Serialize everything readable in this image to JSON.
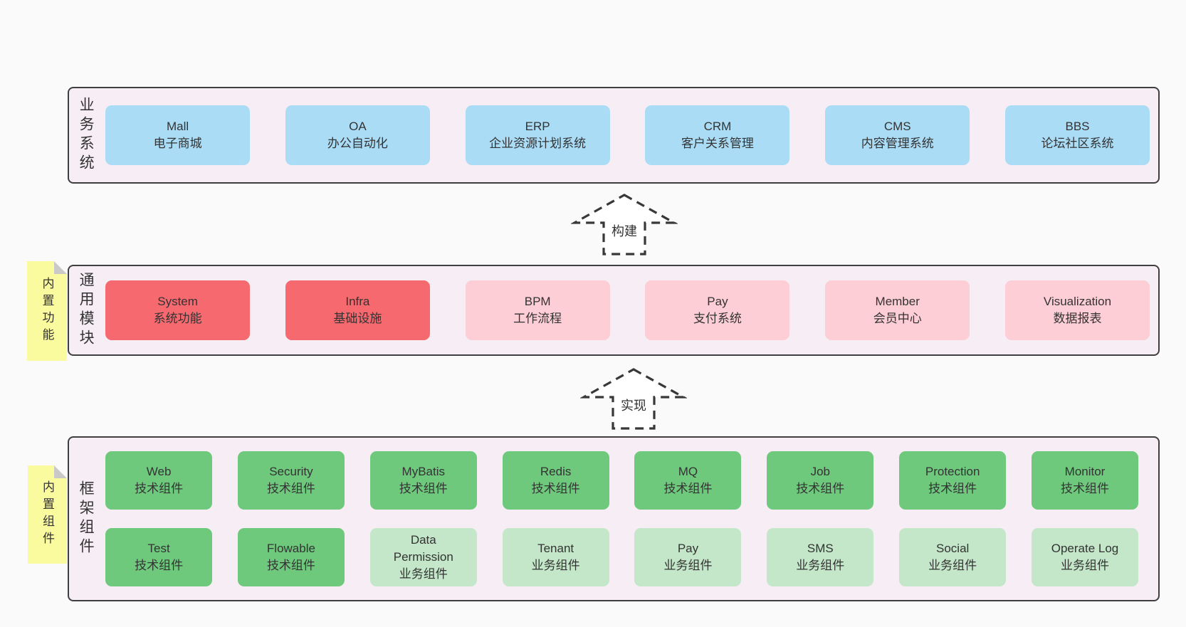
{
  "colors": {
    "page_bg": "#fafafa",
    "panel_bg": "#f7edf5",
    "panel_border": "#3f3f3f",
    "blue_box": "#aadcf6",
    "red_box": "#f5696f",
    "pink_box": "#fdced6",
    "green_box": "#6ec97d",
    "green_light_box": "#c3e7c8",
    "sticky_bg": "#fafa9e",
    "sticky_fold": "#c9c9c9",
    "text": "#333333"
  },
  "panels": {
    "business": {
      "side_label": "业务系统",
      "boxes": [
        {
          "en": "Mall",
          "zh": "电子商城"
        },
        {
          "en": "OA",
          "zh": "办公自动化"
        },
        {
          "en": "ERP",
          "zh": "企业资源计划系统"
        },
        {
          "en": "CRM",
          "zh": "客户关系管理"
        },
        {
          "en": "CMS",
          "zh": "内容管理系统"
        },
        {
          "en": "BBS",
          "zh": "论坛社区系统"
        }
      ]
    },
    "modules": {
      "side_label": "通用模块",
      "sticky_label": "内置功能",
      "boxes": [
        {
          "en": "System",
          "zh": "系统功能"
        },
        {
          "en": "Infra",
          "zh": "基础设施"
        },
        {
          "en": "BPM",
          "zh": "工作流程"
        },
        {
          "en": "Pay",
          "zh": "支付系统"
        },
        {
          "en": "Member",
          "zh": "会员中心"
        },
        {
          "en": "Visualization",
          "zh": "数据报表"
        }
      ]
    },
    "components": {
      "side_label": "框架组件",
      "sticky_label": "内置组件",
      "rows": [
        [
          {
            "en": "Web",
            "zh": "技术组件"
          },
          {
            "en": "Security",
            "zh": "技术组件"
          },
          {
            "en": "MyBatis",
            "zh": "技术组件"
          },
          {
            "en": "Redis",
            "zh": "技术组件"
          },
          {
            "en": "MQ",
            "zh": "技术组件"
          },
          {
            "en": "Job",
            "zh": "技术组件"
          },
          {
            "en": "Protection",
            "zh": "技术组件"
          },
          {
            "en": "Monitor",
            "zh": "技术组件"
          }
        ],
        [
          {
            "en": "Test",
            "zh": "技术组件"
          },
          {
            "en": "Flowable",
            "zh": "技术组件"
          },
          {
            "en": "Data Permission",
            "zh": "业务组件"
          },
          {
            "en": "Tenant",
            "zh": "业务组件"
          },
          {
            "en": "Pay",
            "zh": "业务组件"
          },
          {
            "en": "SMS",
            "zh": "业务组件"
          },
          {
            "en": "Social",
            "zh": "业务组件"
          },
          {
            "en": "Operate Log",
            "zh": "业务组件"
          }
        ]
      ]
    }
  },
  "arrows": {
    "build": {
      "label": "构建"
    },
    "implement": {
      "label": "实现"
    }
  }
}
